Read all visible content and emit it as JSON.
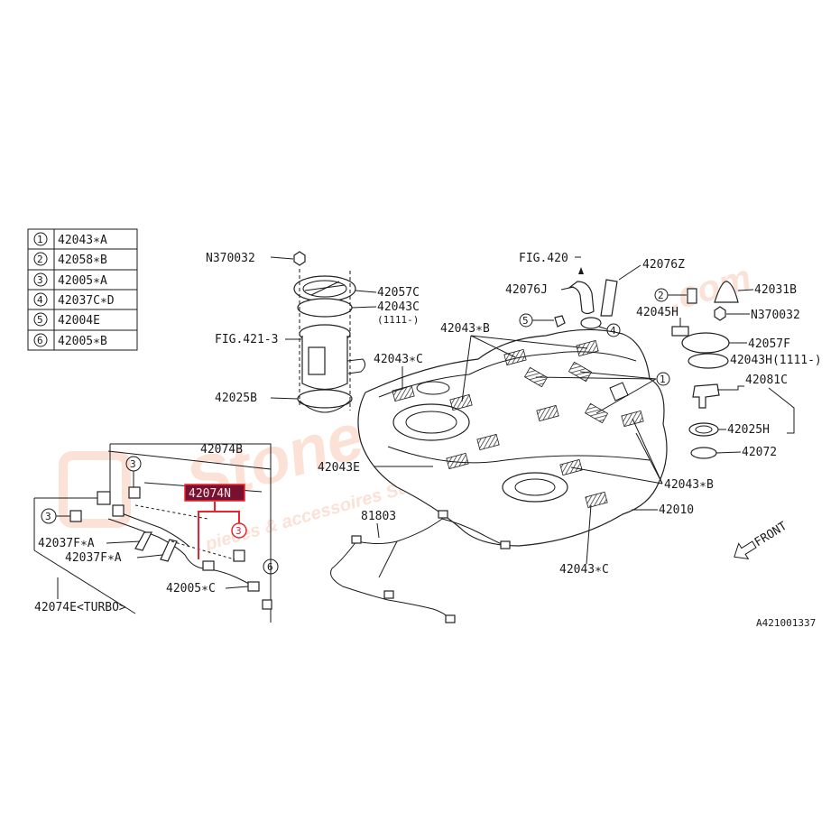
{
  "legend": [
    {
      "num": "1",
      "part": "42043∗A"
    },
    {
      "num": "2",
      "part": "42058∗B"
    },
    {
      "num": "3",
      "part": "42005∗A"
    },
    {
      "num": "4",
      "part": "42037C∗D"
    },
    {
      "num": "5",
      "part": "42004E"
    },
    {
      "num": "6",
      "part": "42005∗B"
    }
  ],
  "labels": {
    "n370032_top": "N370032",
    "p42057c": "42057C",
    "p42043c": "42043C",
    "p42043c_note": "(1111-)",
    "fig421": "FIG.421-3",
    "p42025b": "42025B",
    "fig420": "FIG.420",
    "p42076z": "42076Z",
    "p42076j": "42076J",
    "p42043b_top": "42043∗B",
    "p42043c_mid": "42043∗C",
    "p42045h": "42045H",
    "p42031b": "42031B",
    "n370032_right": "N370032",
    "p42057f": "42057F",
    "p42043h": "42043H(1111-)",
    "p42081c": "42081C",
    "p42025h": "42025H",
    "p42072": "42072",
    "p42043e": "42043E",
    "p42043b_low": "42043∗B",
    "p42010": "42010",
    "p42043c_low": "42043∗C",
    "p81803": "81803",
    "front": "FRONT",
    "p42074b": "42074B",
    "p42074n": "42074N",
    "p42037fa_1": "42037F∗A",
    "p42037fa_2": "42037F∗A",
    "p42005c": "42005∗C",
    "p42074e": "42074E<TURBO>",
    "diagram_id": "A421001337"
  },
  "callouts": {
    "c1": "1",
    "c2": "2",
    "c3a": "3",
    "c3b": "3",
    "c3c": "3",
    "c4": "4",
    "c5": "5",
    "c6": "6"
  },
  "watermark": {
    "line1": "Stoneday",
    "line2": "pieces & accessoires Subaru",
    "domain": ".com"
  },
  "colors": {
    "highlight": "#e8242c",
    "highlight_box": "#7a1030",
    "watermark": "#f3a98a"
  }
}
